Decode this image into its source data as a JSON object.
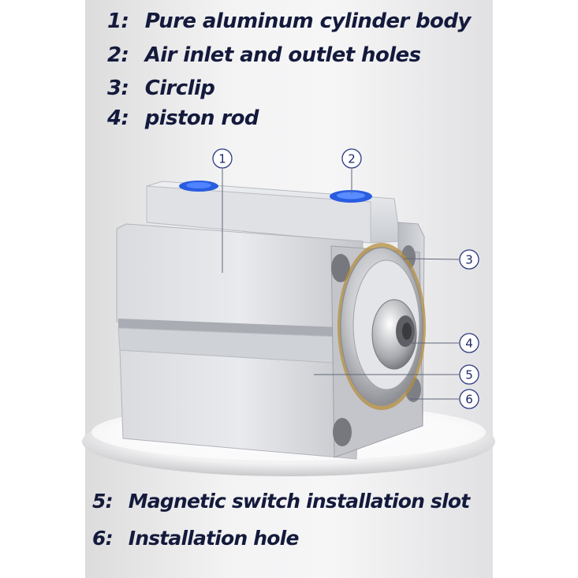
{
  "legend_top": [
    {
      "num": "1:",
      "text": "Pure aluminum cylinder body"
    },
    {
      "num": "2:",
      "text": "Air inlet and outlet holes"
    },
    {
      "num": "3:",
      "text": "Circlip"
    },
    {
      "num": "4:",
      "text": "piston rod"
    }
  ],
  "legend_bottom": [
    {
      "num": "5:",
      "text": "Magnetic switch installation slot"
    },
    {
      "num": "6:",
      "text": "Installation hole"
    }
  ],
  "callouts": [
    "1",
    "2",
    "3",
    "4",
    "5",
    "6"
  ],
  "colors": {
    "text": "#141a3c",
    "callout": "#1d2a6b",
    "port_blue": "#2a5ce0",
    "aluminum": "#c9cbd0"
  }
}
